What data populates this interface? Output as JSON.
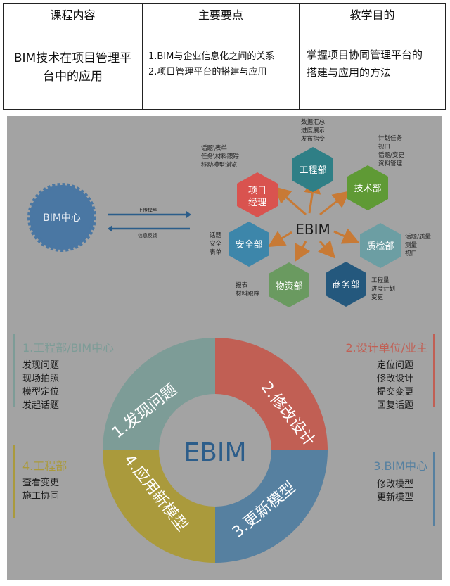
{
  "table": {
    "headers": [
      "课程内容",
      "主要要点",
      "教学目的"
    ],
    "content": "BIM技术在项目管理平台中的应用",
    "content_lines": [
      "BIM技术在项目管理平",
      "台中的应用"
    ],
    "points": [
      "1.BIM与企业信息化之间的关系",
      "2.项目管理平台的搭建与应用"
    ],
    "purpose_lines": [
      "掌握项目协同管理平台的",
      "搭建与应用的方法"
    ]
  },
  "top_diagram": {
    "bim_center": "BIM中心",
    "upload_label": "上传模型",
    "feedback_label": "信息反馈",
    "center": "EBIM",
    "nodes": {
      "pm": {
        "label": [
          "项目",
          "经理"
        ],
        "color": "#d9534f",
        "notes": [
          "话题\\表单",
          "任务\\材料跟踪",
          "移动模型浏览"
        ]
      },
      "eng": {
        "label": [
          "工程部"
        ],
        "color": "#2f7f86",
        "notes": [
          "数据汇总",
          "进度展示",
          "发布指令"
        ]
      },
      "tech": {
        "label": [
          "技术部"
        ],
        "color": "#5f9a35",
        "notes": [
          "计划任务",
          "视口",
          "话题/变更",
          "资料管理"
        ]
      },
      "qc": {
        "label": [
          "质检部"
        ],
        "color": "#6c9ea3",
        "notes": [
          "话题/质量",
          "测量",
          "视口"
        ]
      },
      "biz": {
        "label": [
          "商务部"
        ],
        "color": "#24587d",
        "notes": [
          "工程量",
          "进度计划",
          "变更"
        ]
      },
      "mat": {
        "label": [
          "物资部"
        ],
        "color": "#6a9a60",
        "notes": [
          "报表",
          "材料跟踪"
        ]
      },
      "safety": {
        "label": [
          "安全部"
        ],
        "color": "#3d86aa",
        "notes": [
          "话题",
          "安全",
          "表单"
        ]
      }
    }
  },
  "cycle": {
    "center": "EBIM",
    "segments": [
      "1.发现问题",
      "2.修改设计",
      "3.更新模型",
      "4.应用新模型"
    ],
    "colors": {
      "s1": "#7d9c97",
      "s2": "#c15f54",
      "s3": "#5680a0",
      "s4": "#aa9a3c"
    },
    "panels": {
      "p1": {
        "title": "1.工程部/BIM中心",
        "items": [
          "发现问题",
          "现场拍照",
          "模型定位",
          "发起话题"
        ],
        "color": "#7d9c97"
      },
      "p2": {
        "title": "2.设计单位/业主",
        "items": [
          "定位问题",
          "修改设计",
          "提交变更",
          "回复话题"
        ],
        "color": "#c15f54"
      },
      "p3": {
        "title": "3.BIM中心",
        "items": [
          "修改模型",
          "更新模型"
        ],
        "color": "#5680a0"
      },
      "p4": {
        "title": "4.工程部",
        "items": [
          "查看变更",
          "施工协同"
        ],
        "color": "#aa9a3c"
      }
    }
  }
}
